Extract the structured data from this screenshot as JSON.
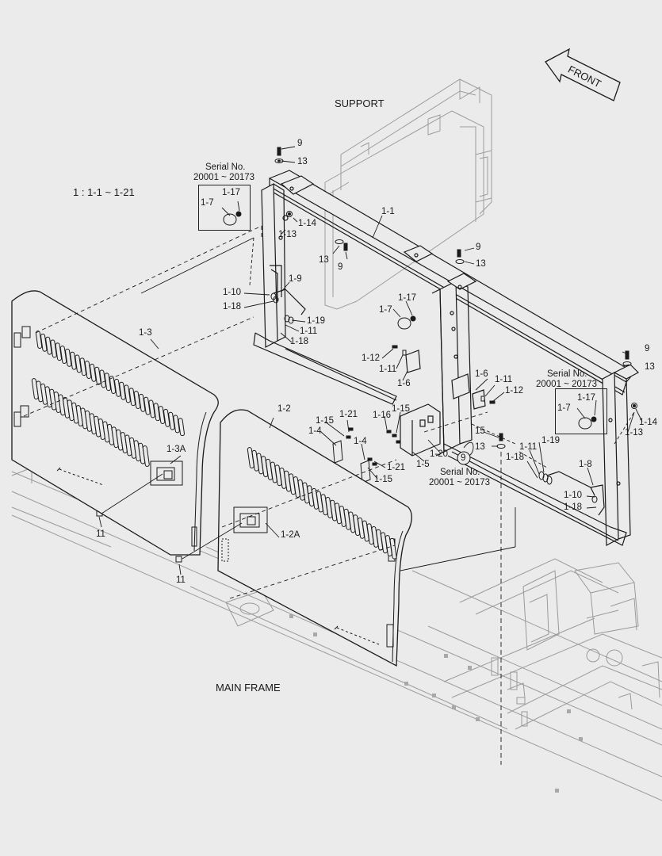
{
  "support_label": "SUPPORT",
  "main_frame_label": "MAIN FRAME",
  "front_label": "FRONT",
  "legend": "1  : 1-1 ~ 1-21",
  "serial_label": "Serial No.",
  "serial_range": "20001 ~ 20173",
  "part_labels": {
    "p9_top": "9",
    "p13_top": "13",
    "p1_1": "1-1",
    "p1_13a": "1-13",
    "p1_14a": "1-14",
    "p13_b": "13",
    "p9_b": "9",
    "p9_c": "9",
    "p13_c": "13",
    "p1_10a": "1-10",
    "p1_18a": "1-18",
    "p1_9": "1-9",
    "p1_19a": "1-19",
    "p1_11a": "1-11",
    "p1_18b": "1-18",
    "p1_7a": "1-7",
    "p1_17a": "1-17",
    "p1_7b": "1-7",
    "p1_17b": "1-17",
    "p1_12a": "1-12",
    "p1_11b": "1-11",
    "p1_6a": "1-6",
    "p1_6b": "1-6",
    "p1_11c": "1-11",
    "p1_12b": "1-12",
    "p9_d": "9",
    "p13_d": "13",
    "p1_7c": "1-7",
    "p1_17c": "1-17",
    "p1_14b": "1-14",
    "p1_13b": "1-13",
    "p1_3": "1-3",
    "p1_2": "1-2",
    "p1_15a": "1-15",
    "p1_21a": "1-21",
    "p1_4a": "1-4",
    "p1_16": "1-16",
    "p1_15b": "1-15",
    "p1_4b": "1-4",
    "p1_21b": "1-21",
    "p1_15c": "1-15",
    "p1_5": "1-5",
    "p1_20": "1-20",
    "p15": "15",
    "p13_e": "13",
    "p9_circ": "9",
    "p1_19b": "1-19",
    "p1_11d": "1-11",
    "p1_18c": "1-18",
    "p1_8": "1-8",
    "p1_10b": "1-10",
    "p1_18d": "1-18",
    "p1_3a": "1-3A",
    "p1_2a": "1-2A",
    "p11a": "11",
    "p11b": "11"
  }
}
